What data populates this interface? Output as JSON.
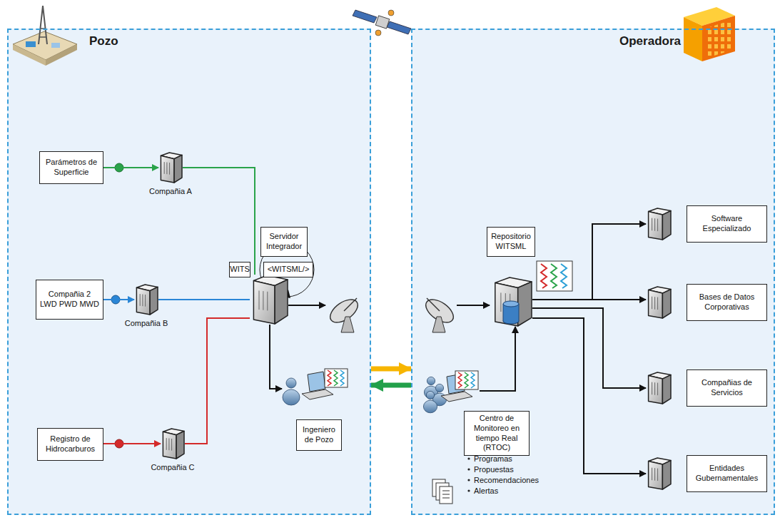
{
  "diagram": {
    "nodes": [
      {
        "text": [
          "Pozo"
        ]
      },
      {
        "text": [
          "Parámetros de Superficie"
        ],
        "in": 0
      },
      {
        "text": [
          "Compañia A"
        ],
        "in": 0
      },
      {
        "text": [
          "Compañia 2 LWD PWD MWD"
        ],
        "in": 0
      },
      {
        "text": [
          "Compañia B"
        ],
        "in": 0
      },
      {
        "text": [
          "Registro de Hidrocarburos"
        ],
        "in": 0
      },
      {
        "text": [
          "Compañia C"
        ],
        "in": 0
      },
      {
        "text": [
          "Servidor Integrador"
        ],
        "in": 0
      },
      {
        "text": [
          "WITS"
        ],
        "in": 0
      },
      {
        "text": [
          "<WITSML/>"
        ],
        "in": 0
      },
      {
        "text": [
          "Ingeniero de Pozo"
        ],
        "in": 0
      },
      {
        "text": [
          "Operadora"
        ]
      },
      {
        "text": [
          "Repositorio WITSML"
        ],
        "in": 11
      },
      {
        "text": [
          "Software Especializado"
        ],
        "in": 11
      },
      {
        "text": [
          "Bases de Datos Corporativas"
        ],
        "in": 11
      },
      {
        "text": [
          "Compañias de Servicios"
        ],
        "in": 11
      },
      {
        "text": [
          "Centro de Monitoreo en tiempo Real (RTOC)"
        ],
        "in": 11
      },
      {
        "text": [
          "Entidades Gubernamentales"
        ],
        "in": 11
      }
    ],
    "edges": [
      {
        "from": 1,
        "to": 2,
        "arrow": "to"
      },
      {
        "from": 2,
        "to": 7,
        "arrow": "none"
      },
      {
        "from": 3,
        "to": 4,
        "arrow": "to"
      },
      {
        "from": 4,
        "to": 7,
        "arrow": "none"
      },
      {
        "from": 5,
        "to": 6,
        "arrow": "to"
      },
      {
        "from": 6,
        "to": 7,
        "arrow": "none"
      },
      {
        "from": 7,
        "to": 10,
        "arrow": "to"
      },
      {
        "from": 0,
        "to": 11,
        "arrow": "to"
      },
      {
        "from": 11,
        "to": 0,
        "arrow": "to"
      },
      {
        "from": 12,
        "to": 13,
        "arrow": "to"
      },
      {
        "from": 12,
        "to": 14,
        "arrow": "to"
      },
      {
        "from": 12,
        "to": 15,
        "arrow": "to"
      },
      {
        "from": 16,
        "to": 12,
        "arrow": "to"
      },
      {
        "from": 12,
        "to": 17,
        "arrow": "to"
      }
    ],
    "labels": [
      "Programas",
      "Propuestas",
      "Recomendaciones",
      "Alertas"
    ]
  }
}
